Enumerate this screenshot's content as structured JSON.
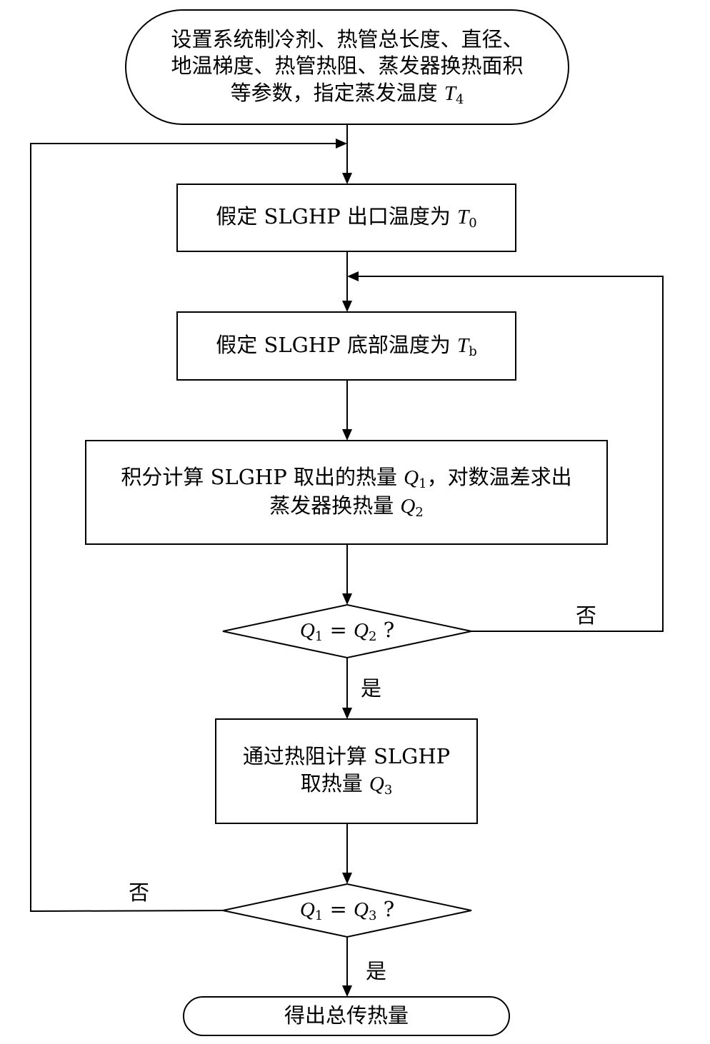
{
  "nodes": {
    "start": {
      "lines": [
        "设置系统制冷剂、热管总长度、直径、",
        "地温梯度、热管热阻、蒸发器换热面积",
        "等参数，指定蒸发温度 "
      ],
      "var": "T",
      "sub": "4"
    },
    "assume_outlet": {
      "text": "假定 SLGHP 出口温度为 ",
      "var": "T",
      "sub": "0"
    },
    "assume_bottom": {
      "text": "假定 SLGHP 底部温度为 ",
      "var": "T",
      "sub": "b"
    },
    "integrate": {
      "line1_text": "积分计算 SLGHP 取出的热量 ",
      "line1_var": "Q",
      "line1_sub": "1",
      "line1_tail": "，对数温差求出",
      "line2_text": "蒸发器换热量 ",
      "line2_var": "Q",
      "line2_sub": "2"
    },
    "decision1": {
      "var_a": "Q",
      "sub_a": "1",
      "op": " = ",
      "var_b": "Q",
      "sub_b": "2",
      "tail": " ?"
    },
    "thermal_resistance": {
      "line1": "通过热阻计算 SLGHP",
      "line2_text": "取热量 ",
      "line2_var": "Q",
      "line2_sub": "3"
    },
    "decision2": {
      "var_a": "Q",
      "sub_a": "1",
      "op": " = ",
      "var_b": "Q",
      "sub_b": "3",
      "tail": " ?"
    },
    "end": {
      "text": "得出总传热量"
    }
  },
  "edges": {
    "d1_no_label": "否",
    "d1_yes_label": "是",
    "d2_no_label": "否",
    "d2_yes_label": "是"
  }
}
